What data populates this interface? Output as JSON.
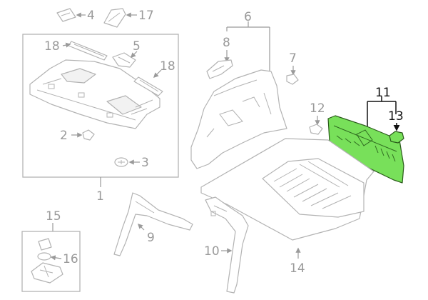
{
  "colors": {
    "highlight_fill": "#78e05a",
    "highlight_stroke": "#2a5a1a",
    "line_gray": "#b3b3b3",
    "label_gray": "#9a9a9a",
    "label_dark": "#111111"
  },
  "callouts": {
    "c1": "1",
    "c2": "2",
    "c3": "3",
    "c4": "4",
    "c5": "5",
    "c6": "6",
    "c7": "7",
    "c8": "8",
    "c9": "9",
    "c10": "10",
    "c11": "11",
    "c12": "12",
    "c13": "13",
    "c14": "14",
    "c15": "15",
    "c16": "16",
    "c17": "17",
    "c18a": "18",
    "c18b": "18"
  },
  "highlighted_callouts": [
    "11",
    "13"
  ]
}
